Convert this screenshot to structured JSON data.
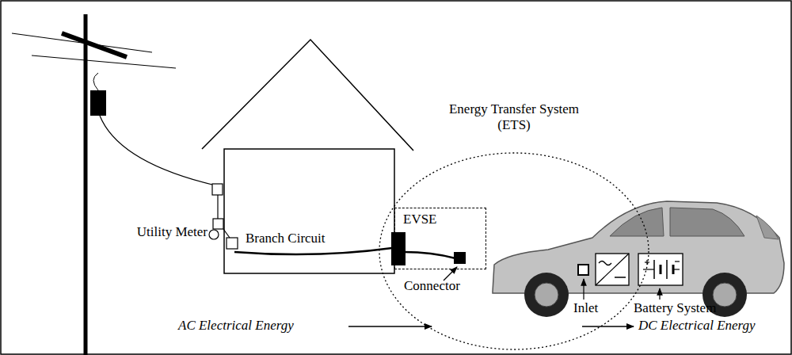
{
  "diagram": {
    "nodes": [
      {
        "text": [
          "Energy Transfer System (ETS)"
        ]
      },
      {
        "text": [
          "EVSE"
        ],
        "in": 0
      }
    ],
    "labels": [
      "Utility Meter",
      "Branch Circuit",
      "Connector",
      "Inlet",
      "Battery System",
      "AC Electrical Energy",
      "DC Electrical Energy"
    ]
  }
}
